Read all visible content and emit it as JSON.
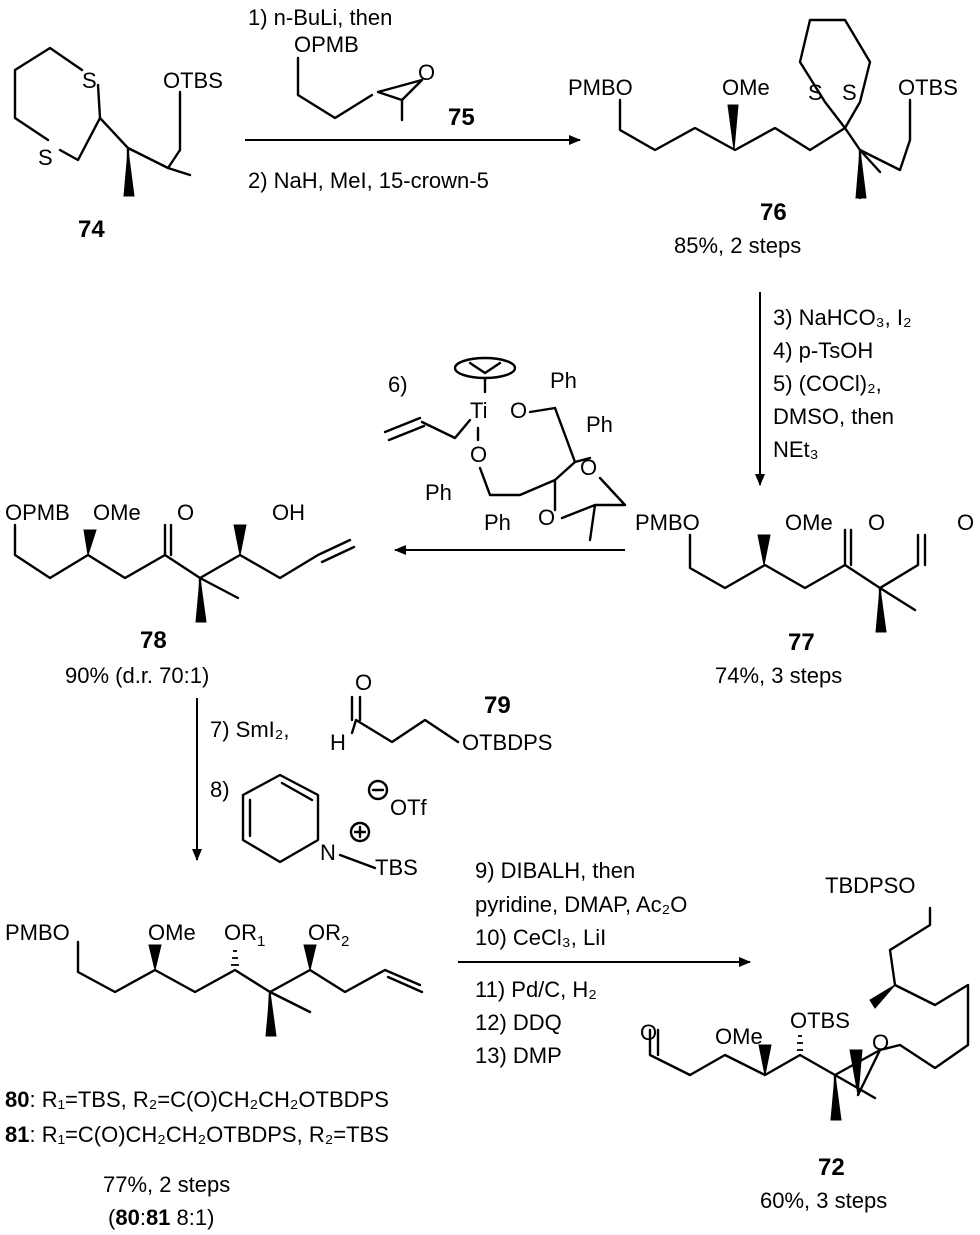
{
  "colors": {
    "ink": "#000000",
    "background": "#ffffff"
  },
  "compounds": {
    "c74": {
      "number": "74",
      "labels": {
        "s1": "S",
        "s2": "S",
        "otbs": "OTBS"
      }
    },
    "c75": {
      "number": "75",
      "labels": {
        "opmb": "OPMB",
        "o": "O"
      }
    },
    "c76": {
      "number": "76",
      "yield": "85%, 2 steps",
      "labels": {
        "pmbo": "PMBO",
        "ome": "OMe",
        "s1": "S",
        "s2": "S",
        "otbs": "OTBS"
      }
    },
    "c77": {
      "number": "77",
      "yield": "74%, 3 steps",
      "labels": {
        "pmbo": "PMBO",
        "ome": "OMe",
        "o1": "O",
        "o2": "O"
      }
    },
    "c78": {
      "number": "78",
      "yield": "90% (d.r. 70:1)",
      "labels": {
        "opmb": "OPMB",
        "ome": "OMe",
        "o": "O",
        "oh": "OH"
      }
    },
    "c79": {
      "number": "79",
      "labels": {
        "o": "O",
        "h": "H",
        "otbdps": "OTBDPS"
      }
    },
    "c72": {
      "number": "72",
      "yield": "60%, 3 steps",
      "labels": {
        "tbdpso": "TBDPSO",
        "o_ald": "O",
        "ome": "OMe",
        "otbs": "OTBS",
        "o_ring": "O"
      }
    },
    "c8081": {
      "labels": {
        "pmbo": "PMBO",
        "ome": "OMe",
        "or1": "OR",
        "or1_sub": "1",
        "or2": "OR",
        "or2_sub": "2"
      },
      "legend80_num": "80",
      "legend80_text": ": R₁=TBS, R₂=C(O)CH₂CH₂OTBDPS",
      "legend81_num": "81",
      "legend81_text": ": R₁=C(O)CH₂CH₂OTBDPS, R₂=TBS",
      "yield": "77%, 2 steps",
      "ratio_open": "(",
      "ratio_a": "80",
      "ratio_colon": ":",
      "ratio_b": "81",
      "ratio_rest": " 8:1)"
    }
  },
  "reagents": {
    "step1": "1) n-BuLi, then",
    "step2": "2) NaH, MeI, 15-crown-5",
    "step3": "3) NaHCO₃, I₂",
    "step4": "4) p-TsOH",
    "step5a": "5) (COCl)₂,",
    "step5b": "DMSO, then",
    "step5c": "NEt₃",
    "step6": "6)",
    "step6_ti": "Ti",
    "step6_o1": "O",
    "step6_o2": "O",
    "step6_o3": "O",
    "step6_o4": "O",
    "step6_ph1": "Ph",
    "step6_ph2": "Ph",
    "step6_ph3": "Ph",
    "step6_ph4": "Ph",
    "step7": "7) SmI₂,",
    "step8": "8)",
    "step8_n": "N",
    "step8_tbs": "TBS",
    "step8_otf": "OTf",
    "step9a": "9) DIBALH, then",
    "step9b": "pyridine, DMAP, Ac₂O",
    "step10": "10) CeCl₃, LiI",
    "step11": "11) Pd/C, H₂",
    "step12": "12) DDQ",
    "step13": "13) DMP"
  }
}
